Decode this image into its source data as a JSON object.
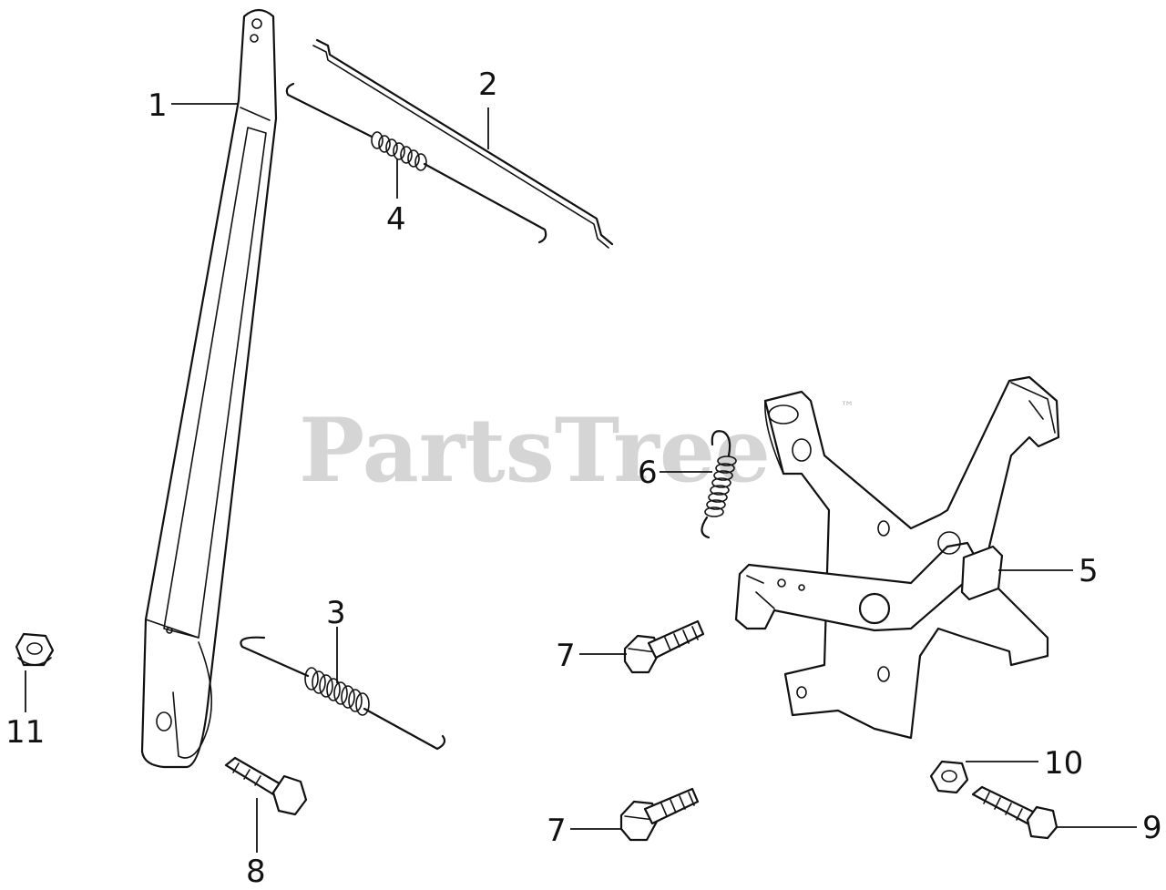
{
  "watermark": {
    "text": "PartsTree",
    "trademark": "™"
  },
  "callouts": [
    {
      "id": "1",
      "label": "1"
    },
    {
      "id": "2",
      "label": "2"
    },
    {
      "id": "3",
      "label": "3"
    },
    {
      "id": "4",
      "label": "4"
    },
    {
      "id": "5",
      "label": "5"
    },
    {
      "id": "6",
      "label": "6"
    },
    {
      "id": "7a",
      "label": "7"
    },
    {
      "id": "7b",
      "label": "7"
    },
    {
      "id": "8",
      "label": "8"
    },
    {
      "id": "9",
      "label": "9"
    },
    {
      "id": "10",
      "label": "10"
    },
    {
      "id": "11",
      "label": "11"
    }
  ]
}
